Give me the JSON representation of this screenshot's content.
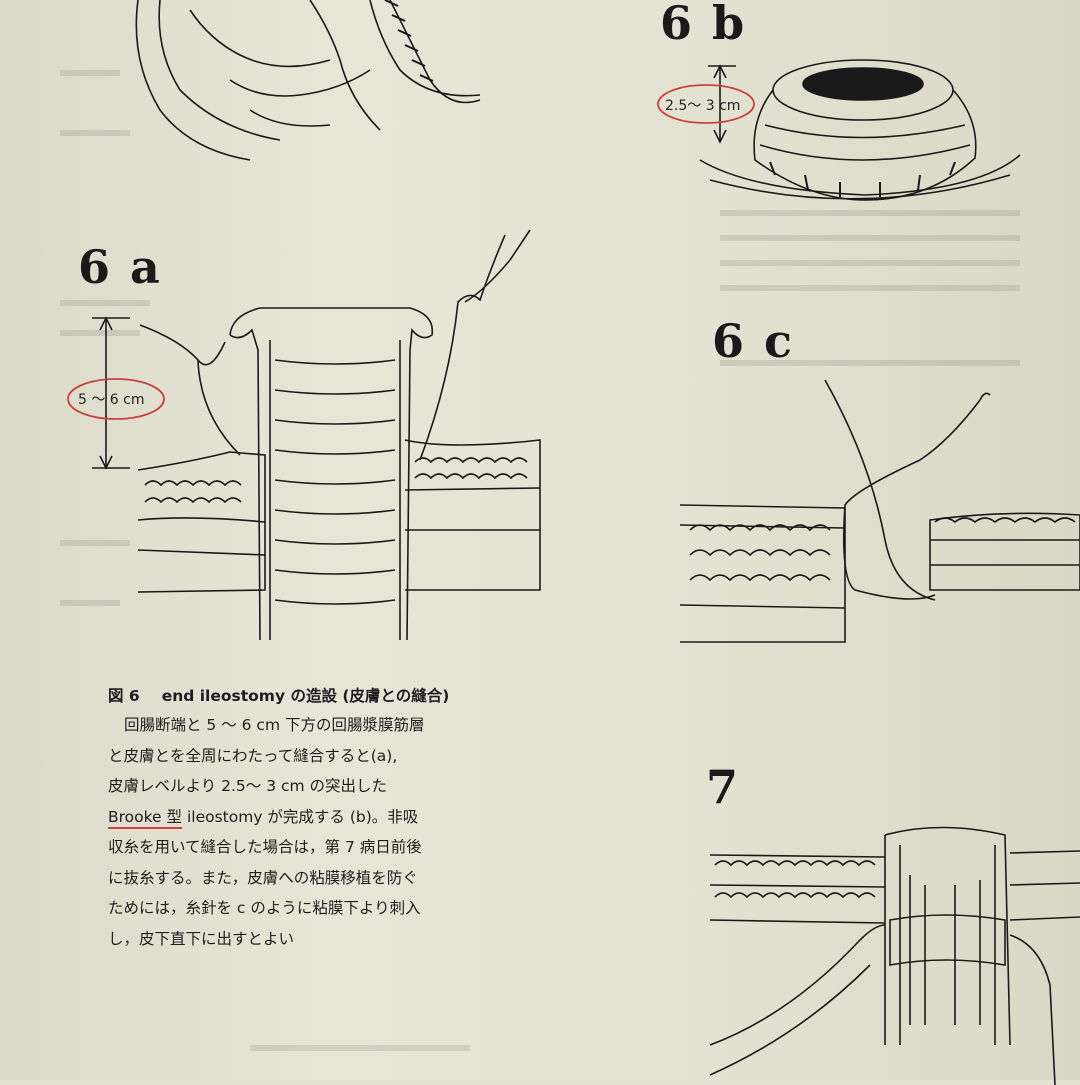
{
  "figures": {
    "a": {
      "label": "6 a",
      "dimension": "5 ～ 6 cm"
    },
    "b": {
      "label": "6 b",
      "dimension": "2.5～ 3 cm"
    },
    "c": {
      "label": "6 c"
    },
    "seven": {
      "label": "7"
    }
  },
  "caption": {
    "number": "図 6",
    "title": "end ileostomy の造設 (皮膚との縫合)",
    "lines": [
      "回腸断端と 5 ～ 6 cm 下方の回腸漿膜筋層",
      "と皮膚とを全周にわたって縫合すると(a),",
      "皮膚レベルより 2.5～ 3 cm の突出した"
    ],
    "line4_underlined": "Brooke 型",
    "line4_rest": " ileostomy が完成する (b)。非吸",
    "lines_after": [
      "収糸を用いて縫合した場合は，第 7 病日前後",
      "に抜糸する。また，皮膚への粘膜移植を防ぐ",
      "ためには，糸針を c のように粘膜下より刺入",
      "し，皮下直下に出すとよい"
    ]
  },
  "colors": {
    "ink": "#1a1a1a",
    "annotation": "#c9433f",
    "paper": "#e3e2d2"
  }
}
